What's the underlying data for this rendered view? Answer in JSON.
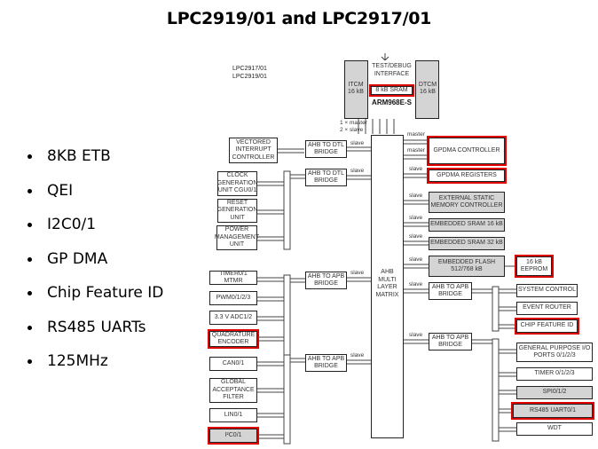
{
  "title": "LPC2919/01 and LPC2917/01",
  "bullets": [
    "8KB ETB",
    "QEI",
    "I2C0/1",
    "GP DMA",
    "Chip Feature ID",
    "RS485 UARTs",
    "125MHz"
  ],
  "diagram": {
    "variants": [
      "LPC2917/01",
      "LPC2919/01"
    ],
    "cpu": {
      "test_debug": "TEST/DEBUG\nINTERFACE",
      "itcm": "ITCM\n16 kB",
      "dtcm": "DTCM\n16 kB",
      "sram": "8 kB SRAM",
      "core": "ARM968E-S",
      "bus_note": [
        "1 × master",
        "2 × slave"
      ]
    },
    "matrix": "AHB\nMULTI\nLAYER\nMATRIX",
    "port_labels": {
      "master": "master",
      "slave": "slave"
    },
    "left_blocks": {
      "vic": "VECTORED\nINTERRUPT\nCONTROLLER",
      "cgu": "CLOCK\nGENERATION\nUNIT CGU0/1",
      "rgu": "RESET\nGENERATION\nUNIT",
      "pmu": "POWER\nMANAGEMENT\nUNIT",
      "timer_mtmr": "TIMER0/1 MTMR",
      "pwm": "PWM0/1/2/3",
      "adc": "3.3 V ADC1/2",
      "qei": "QUADRATURE\nENCODER",
      "can": "CAN0/1",
      "gaf": "GLOBAL\nACCEPTANCE\nFILTER",
      "lin": "LIN0/1",
      "i2c": "I²C0/1"
    },
    "bridges": {
      "dtl1": "AHB TO DTL\nBRIDGE",
      "dtl2": "AHB TO DTL\nBRIDGE",
      "apb1": "AHB TO APB\nBRIDGE",
      "apb2": "AHB TO APB\nBRIDGE",
      "apb3": "AHB TO APB\nBRIDGE",
      "apb4": "AHB TO APB\nBRIDGE"
    },
    "right_blocks": {
      "gpdma_ctrl": "GPDMA CONTROLLER",
      "gpdma_regs": "GPDMA REGISTERS",
      "ext_mem": "EXTERNAL STATIC\nMEMORY CONTROLLER",
      "sram16": "EMBEDDED SRAM 16 kB",
      "sram32": "EMBEDDED SRAM 32 kB",
      "flash": "EMBEDDED FLASH\n512/768 kB",
      "eeprom": "16 kB\nEEPROM",
      "sysctl": "SYSTEM CONTROL",
      "event": "EVENT ROUTER",
      "chipid": "CHIP FEATURE ID",
      "gpio": "GENERAL PURPOSE I/O\nPORTS 0/1/2/3",
      "timer": "TIMER 0/1/2/3",
      "spi": "SPI0/1/2",
      "uart": "RS485 UART0/1",
      "wdt": "WDT"
    },
    "highlight_color": "#e00000",
    "grey_fill": "#d4d4d4"
  }
}
